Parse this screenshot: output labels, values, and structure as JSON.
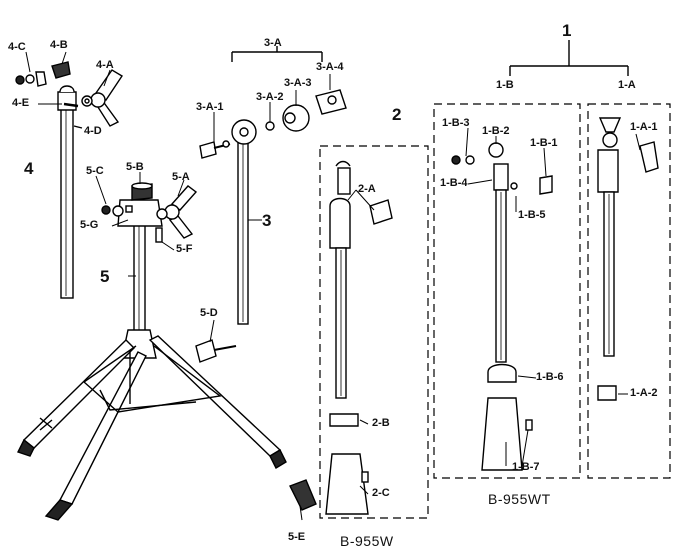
{
  "diagram": {
    "assemblies": {
      "a1": "1",
      "a2": "2",
      "a3": "3",
      "a4": "4",
      "a5": "5"
    },
    "parts": {
      "p4C": "4-C",
      "p4B": "4-B",
      "p4A": "4-A",
      "p4E": "4-E",
      "p4D": "4-D",
      "p5B": "5-B",
      "p5C": "5-C",
      "p5A": "5-A",
      "p5G": "5-G",
      "p5F": "5-F",
      "p5D": "5-D",
      "p5E": "5-E",
      "p3A": "3-A",
      "p3A4": "3-A-4",
      "p3A3": "3-A-3",
      "p3A2": "3-A-2",
      "p3A1": "3-A-1",
      "p2A": "2-A",
      "p2B": "2-B",
      "p2C": "2-C",
      "p1B": "1-B",
      "p1A": "1-A",
      "p1B3": "1-B-3",
      "p1B2": "1-B-2",
      "p1B1": "1-B-1",
      "p1B4": "1-B-4",
      "p1B5": "1-B-5",
      "p1B6": "1-B-6",
      "p1B7": "1-B-7",
      "p1A1": "1-A-1",
      "p1A2": "1-A-2"
    },
    "models": {
      "wt": "B-955WT",
      "w": "B-955W"
    }
  }
}
